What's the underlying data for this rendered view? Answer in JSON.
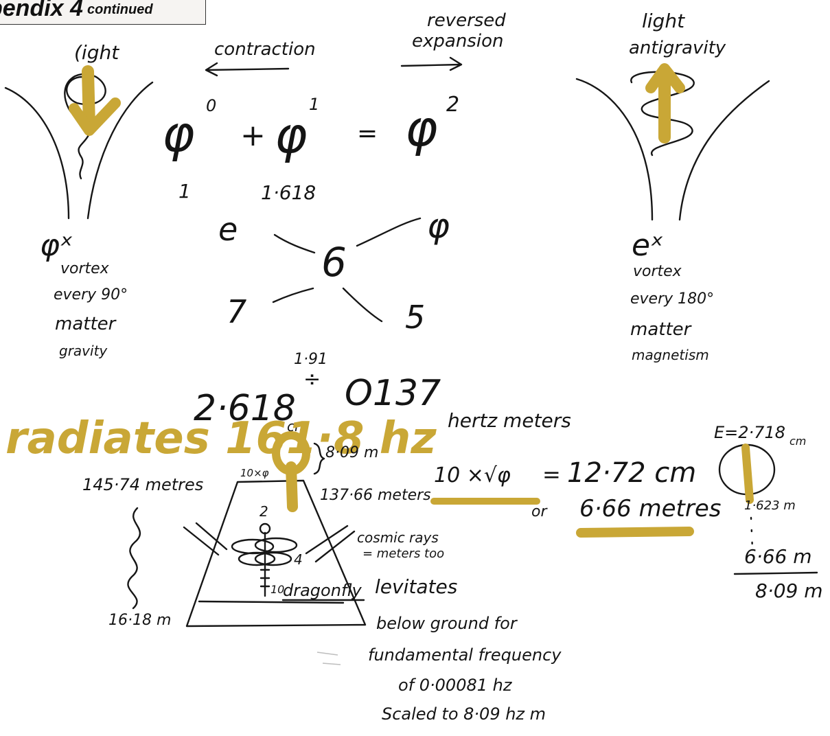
{
  "header": {
    "partial_title": "pendix 4",
    "continued": "continued"
  },
  "colors": {
    "ink": "#161616",
    "highlighter": "#c9a736"
  },
  "left_vortex": {
    "top_word": "(ight",
    "exponent": "φˣ",
    "line1": "vortex",
    "line2": "every 90°",
    "line3": "matter",
    "line4": "gravity"
  },
  "center": {
    "contraction": "contraction",
    "reversed": "reversed",
    "expansion": "expansion",
    "phi": "φ",
    "exp0": "0",
    "exp1": "1",
    "exp2": "2",
    "plus": "+",
    "equals": "=",
    "val_one": "1",
    "val_phi": "1·618",
    "num_e": "e",
    "num_phi": "φ",
    "num_6": "6",
    "num_7": "7",
    "num_5": "5"
  },
  "right_vortex": {
    "top_word": "light",
    "subtitle": "antigravity",
    "exponent": "eˣ",
    "line1": "vortex",
    "line2": "every 180°",
    "line3": "matter",
    "line4": "magnetism"
  },
  "middle": {
    "ratio_small": "1·91",
    "div": "÷",
    "val_2618": "2·618",
    "unit_cm": "cm",
    "circle_137": "O137",
    "hertz": "hertz meters",
    "radiates": "radiates 161·8 hz"
  },
  "pyramid": {
    "height_809": "8·09 m",
    "top_10phi": "10×φ",
    "left_height": "145·74 metres",
    "top_right": "137·66 meters",
    "n2": "2",
    "n4": "4",
    "n10": "10",
    "cosmic1": "cosmic rays",
    "cosmic2": "= meters too",
    "dragonfly": "dragonfly",
    "levitates": "levitates",
    "base_left": "16·18 m",
    "below1": "below ground for",
    "below2": "fundamental frequency",
    "below3": "of 0·00081 hz",
    "below4": "Scaled to 8·09 hz m"
  },
  "formula": {
    "lhs": "10 ×√φ",
    "equals": "=",
    "rhs": "12·72 cm",
    "or": "or",
    "rhs2": "6·66 metres"
  },
  "right_circle": {
    "e_val": "E=2·718",
    "unit": "cm",
    "len1": "1·623 m",
    "len2": "6·66 m",
    "len3": "8·09 m"
  }
}
